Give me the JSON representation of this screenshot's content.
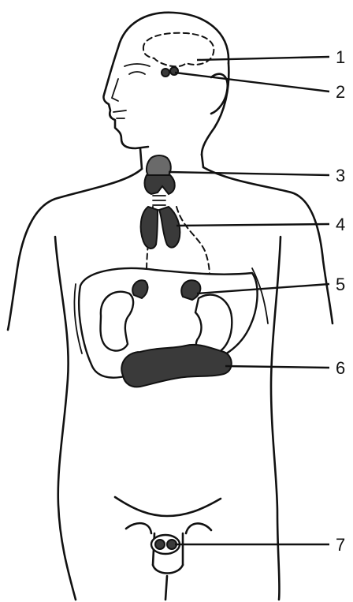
{
  "labels": [
    {
      "id": "1",
      "text": "1"
    },
    {
      "id": "2",
      "text": "2"
    },
    {
      "id": "3",
      "text": "3"
    },
    {
      "id": "4",
      "text": "4"
    },
    {
      "id": "5",
      "text": "5"
    },
    {
      "id": "6",
      "text": "6"
    },
    {
      "id": "7",
      "text": "7"
    }
  ],
  "colors": {
    "line": "#111111",
    "gland_fill": "#3a3a3a",
    "background": "#ffffff"
  }
}
